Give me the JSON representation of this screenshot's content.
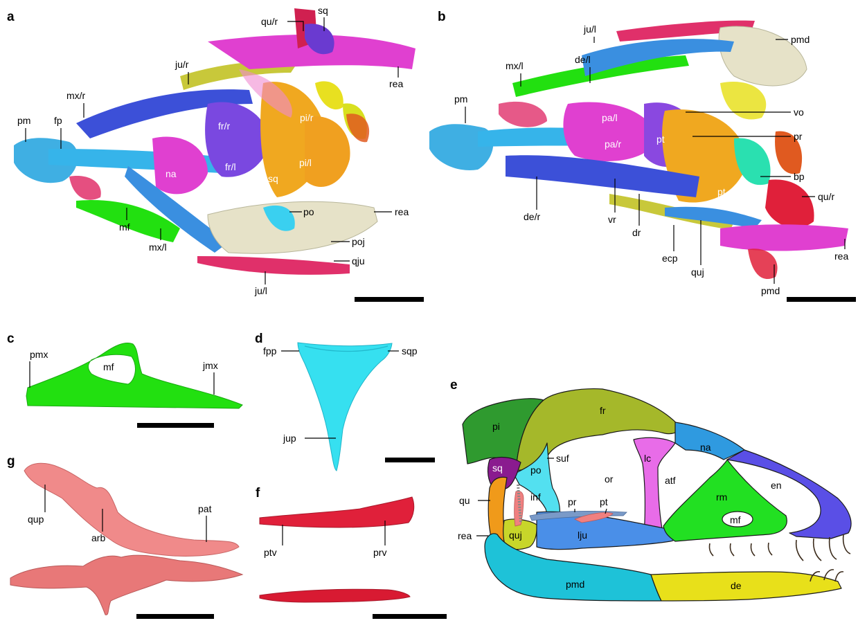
{
  "panels": {
    "a": {
      "letter": "a",
      "labels": [
        "qu/r",
        "sq",
        "ju/r",
        "mx/r",
        "rea",
        "pm",
        "fp",
        "fr/r",
        "pi/r",
        "fr/l",
        "pi/l",
        "na",
        "sq",
        "po",
        "rea",
        "mf",
        "mx/l",
        "poj",
        "qju",
        "ju/l"
      ]
    },
    "b": {
      "letter": "b",
      "labels": [
        "ju/l",
        "pmd",
        "de/l",
        "mx/l",
        "pm",
        "vo",
        "pa/l",
        "pr",
        "pa/r",
        "pt",
        "pt",
        "bp",
        "qu/r",
        "de/r",
        "vr",
        "dr",
        "ecp",
        "quj",
        "pmd",
        "rea"
      ]
    },
    "c": {
      "letter": "c",
      "labels": [
        "pmx",
        "jmx",
        "mf"
      ]
    },
    "d": {
      "letter": "d",
      "labels": [
        "fpp",
        "sqp",
        "jup"
      ]
    },
    "e": {
      "letter": "e",
      "labels": [
        "pi",
        "fr",
        "lc",
        "na",
        "sq",
        "po",
        "suf",
        "or",
        "atf",
        "rm",
        "en",
        "mf",
        "qu",
        "inf",
        "pr",
        "pt",
        "lju",
        "quj",
        "rea",
        "pmd",
        "de"
      ]
    },
    "f": {
      "letter": "f",
      "labels": [
        "ptv",
        "prv"
      ]
    },
    "g": {
      "letter": "g",
      "labels": [
        "qup",
        "pat",
        "arb"
      ]
    }
  },
  "colors": {
    "pi": "#2f9a2f",
    "fr": "#a5b82a",
    "lc": "#e86ce8",
    "na": "#2f9ae0",
    "sq": "#8a1b8f",
    "po": "#53e0f0",
    "rm": "#22e022",
    "premax": "#5a4fe6",
    "qu": "#f09a1a",
    "quj": "#c8d62a",
    "lju": "#4a8fe8",
    "pmd": "#1ec2d8",
    "de": "#e8e01a",
    "ptg": "#f08080",
    "pter": "#7a9ac8",
    "cyan_bone": "#36c6f0",
    "green_bone": "#22e010",
    "red_bone": "#e0203a",
    "pink_bone": "#e88080"
  }
}
